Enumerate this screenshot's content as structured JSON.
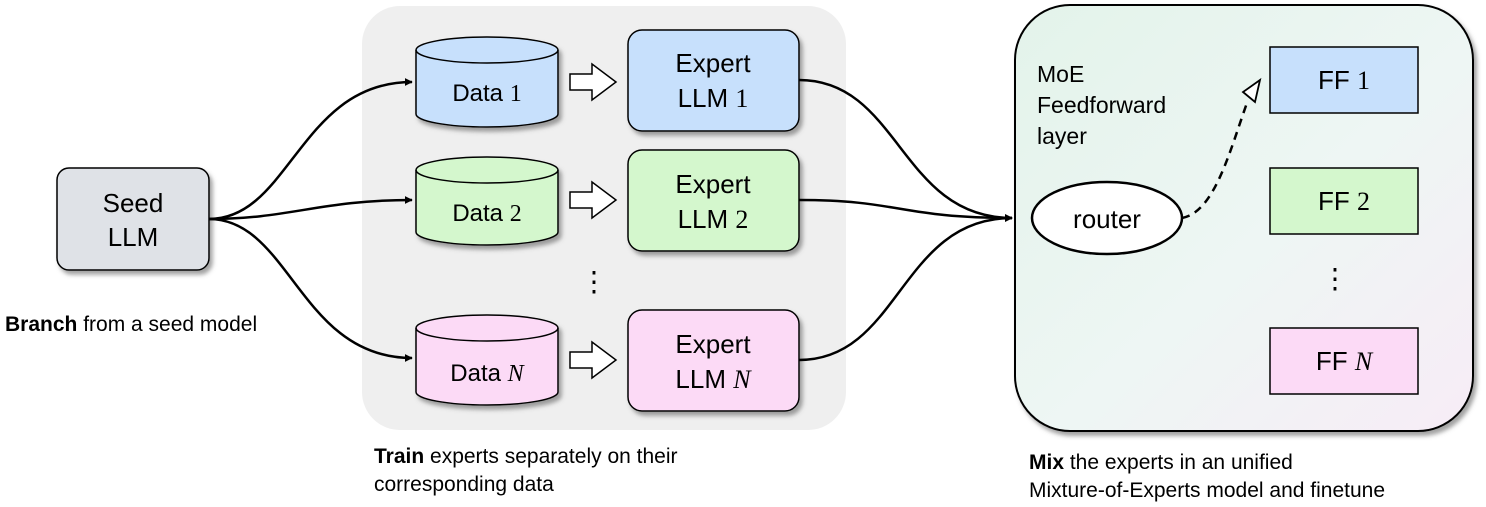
{
  "seed": {
    "line1": "Seed",
    "line2": "LLM"
  },
  "data_boxes": [
    {
      "prefix": "Data ",
      "index": "1",
      "italic": false
    },
    {
      "prefix": "Data ",
      "index": "2",
      "italic": false
    },
    {
      "prefix": "Data ",
      "index": "N",
      "italic": true
    }
  ],
  "experts": [
    {
      "line1": "Expert",
      "prefix": "LLM ",
      "index": "1",
      "italic": false
    },
    {
      "line1": "Expert",
      "prefix": "LLM ",
      "index": "2",
      "italic": false
    },
    {
      "line1": "Expert",
      "prefix": "LLM ",
      "index": "N",
      "italic": true
    }
  ],
  "moe": {
    "label_lines": [
      "MoE",
      "Feedforward",
      "layer"
    ],
    "router": "router",
    "ff": [
      {
        "prefix": "FF ",
        "index": "1",
        "italic": false
      },
      {
        "prefix": "FF ",
        "index": "2",
        "italic": false
      },
      {
        "prefix": "FF ",
        "index": "N",
        "italic": true
      }
    ]
  },
  "ellipsis": "⋮",
  "captions": {
    "branch": {
      "bold": "Branch",
      "rest": " from a seed model"
    },
    "train": {
      "bold": "Train",
      "rest": " experts separately on their",
      "line2": "corresponding data"
    },
    "mix": {
      "bold": "Mix",
      "rest": " the experts in an unified",
      "line2": "Mixture-of-Experts model and finetune"
    }
  },
  "colors": {
    "blue": "#c7e0fc",
    "green": "#d4f7cd",
    "pink": "#fcdaf6",
    "gray": "#dfe2e7",
    "panel": "#efefef"
  }
}
